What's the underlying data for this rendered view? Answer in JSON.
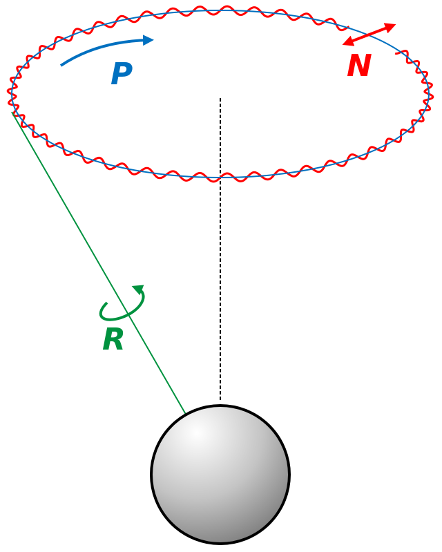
{
  "labels": {
    "precession": "P",
    "nutation": "N",
    "rotation": "R"
  },
  "colors": {
    "precession": "#0070c0",
    "nutation": "#ff0000",
    "rotation": "#00923f",
    "axis": "#000000",
    "sphere_outline": "#000000"
  }
}
